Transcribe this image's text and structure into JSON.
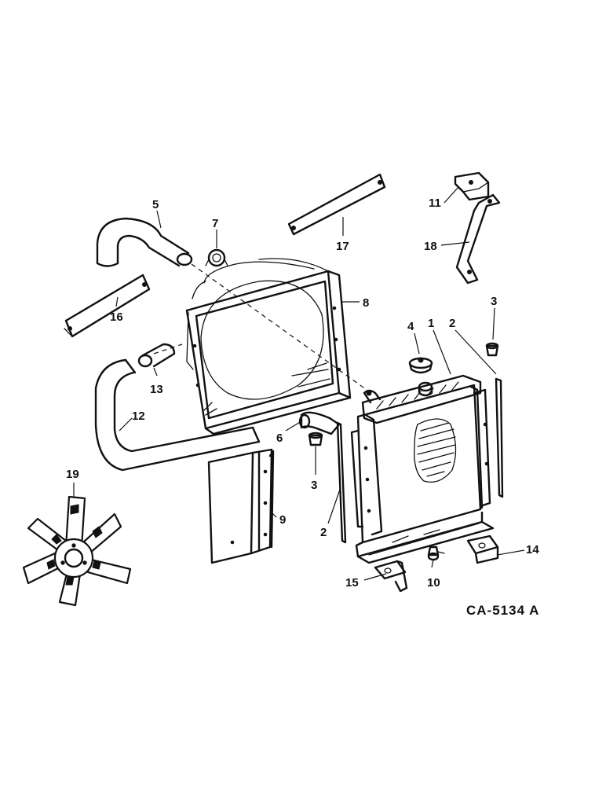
{
  "reference_code": "CA-5134 A",
  "callouts": {
    "c1": "1",
    "c2a": "2",
    "c2b": "2",
    "c3a": "3",
    "c3b": "3",
    "c4": "4",
    "c5": "5",
    "c6": "6",
    "c7": "7",
    "c8": "8",
    "c9": "9",
    "c10": "10",
    "c11": "11",
    "c12": "12",
    "c13": "13",
    "c14": "14",
    "c15": "15",
    "c16": "16",
    "c17": "17",
    "c18": "18",
    "c19": "19"
  }
}
